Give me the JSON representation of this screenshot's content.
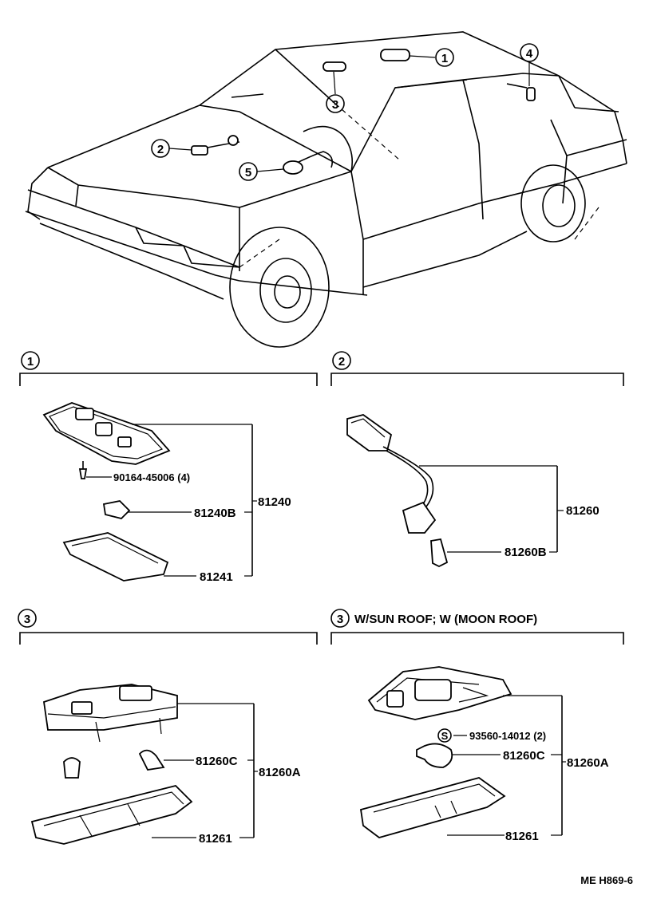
{
  "callouts": {
    "c1": "1",
    "c2": "2",
    "c3": "3",
    "c4": "4",
    "c5": "5"
  },
  "sections": {
    "s1": {
      "num": "1"
    },
    "s2": {
      "num": "2"
    },
    "s3a": {
      "num": "3"
    },
    "s3b": {
      "num": "3",
      "title": "W/SUN ROOF; W (MOON ROOF)"
    }
  },
  "parts": {
    "p90164": "90164-45006 (4)",
    "p81240B": "81240B",
    "p81240": "81240",
    "p81241": "81241",
    "p81260": "81260",
    "p81260B": "81260B",
    "p81260C_a": "81260C",
    "p81260A_a": "81260A",
    "p81261_a": "81261",
    "p93560": "93560-14012 (2)",
    "p81260C_b": "81260C",
    "p81260A_b": "81260A",
    "p81261_b": "81261",
    "s_mark": "S"
  },
  "footer": {
    "code": "ME H869-6"
  }
}
